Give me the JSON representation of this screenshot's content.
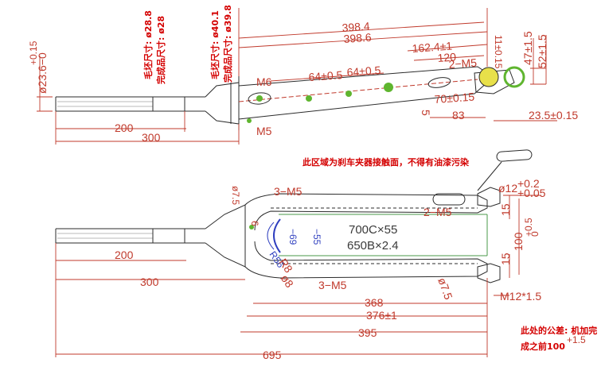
{
  "colors": {
    "outline": "#2b2b2b",
    "dimension": "#c0392b",
    "note": "#d40000",
    "hole_green": "#5fb52f",
    "arc_blue": "#2f3fbf",
    "hatch": "#555555"
  },
  "icons": [
    "green-hole-marker-icon",
    "blue-arc-icon"
  ],
  "texts": [
    {
      "id": "dim-steerer-dia-top",
      "text": "ø23.6−0",
      "cls": "dim",
      "rot": -90
    },
    {
      "id": "dim-steerer-tol",
      "text": "+0.15",
      "cls": "dim-sm",
      "rot": -90
    },
    {
      "id": "note-blank-size",
      "text": "毛坯尺寸: ø28.8",
      "cls": "note",
      "rot": -90
    },
    {
      "id": "note-finish-size",
      "text": "完成品尺寸: ø28",
      "cls": "note",
      "rot": -90
    },
    {
      "id": "note-blank-size-2",
      "text": "毛坯尺寸: ø40.1",
      "cls": "note",
      "rot": -90
    },
    {
      "id": "note-finish-size-2",
      "text": "完成品尺寸: ø39.8",
      "cls": "note",
      "rot": -90
    },
    {
      "id": "dim-398-4",
      "text": "398.4",
      "cls": "dim",
      "rot": -4
    },
    {
      "id": "dim-398-6",
      "text": "398.6",
      "cls": "dim",
      "rot": -4
    },
    {
      "id": "dim-162-4",
      "text": "162.4±1",
      "cls": "dim",
      "rot": -4
    },
    {
      "id": "dim-120",
      "text": "120",
      "cls": "dim",
      "rot": -4
    },
    {
      "id": "dim-2m5-top",
      "text": "2−M5",
      "cls": "dim",
      "rot": -4
    },
    {
      "id": "dim-64-a",
      "text": "64±0.5",
      "cls": "dim",
      "rot": -4
    },
    {
      "id": "dim-64-b",
      "text": "64±0.5",
      "cls": "dim",
      "rot": -4
    },
    {
      "id": "dim-m6",
      "text": "M6",
      "cls": "dim",
      "rot": 0
    },
    {
      "id": "dim-m5-top",
      "text": "M5",
      "cls": "dim",
      "rot": 0
    },
    {
      "id": "dim-70",
      "text": "70±0.15",
      "cls": "dim",
      "rot": -4
    },
    {
      "id": "dim-83",
      "text": "83",
      "cls": "dim",
      "rot": 0
    },
    {
      "id": "dim-5",
      "text": "5",
      "cls": "dim",
      "rot": 90
    },
    {
      "id": "dim-11",
      "text": "11±0.15",
      "cls": "dim-sm",
      "rot": 90
    },
    {
      "id": "dim-47",
      "text": "47±1.5",
      "cls": "dim",
      "rot": -90
    },
    {
      "id": "dim-52",
      "text": "52±1.5",
      "cls": "dim",
      "rot": -90
    },
    {
      "id": "dim-23-5",
      "text": "23.5±0.15",
      "cls": "dim",
      "rot": 0
    },
    {
      "id": "dim-200-top",
      "text": "200",
      "cls": "dim",
      "rot": 0
    },
    {
      "id": "dim-300-top",
      "text": "300",
      "cls": "dim",
      "rot": 0
    },
    {
      "id": "note-brake-area",
      "text": "此区域为刹车夹器接触面，不得有油漆污染",
      "cls": "note",
      "rot": 0
    },
    {
      "id": "dim-dia-7-5-a",
      "text": "ø7.5",
      "cls": "dim-sm",
      "rot": 90
    },
    {
      "id": "dim-3m5-a",
      "text": "3−M5",
      "cls": "dim",
      "rot": 0
    },
    {
      "id": "dim-2m5-b",
      "text": "2−M5",
      "cls": "dim",
      "rot": 0
    },
    {
      "id": "dim-dia-12",
      "text": "ø12",
      "cls": "dim",
      "rot": 0
    },
    {
      "id": "dim-dia-12-tol-a",
      "text": "+0.2",
      "cls": "dim",
      "rot": 0
    },
    {
      "id": "dim-dia-12-tol-b",
      "text": "+0.05",
      "cls": "dim",
      "rot": 0
    },
    {
      "id": "dim-15-a",
      "text": "15",
      "cls": "dim",
      "rot": -90
    },
    {
      "id": "dim-15-b",
      "text": "15",
      "cls": "dim",
      "rot": -90
    },
    {
      "id": "dim-100",
      "text": "100",
      "cls": "dim",
      "rot": -90
    },
    {
      "id": "dim-100-tol",
      "text": "+0.5",
      "cls": "dim-sm",
      "rot": -90
    },
    {
      "id": "dim-100-tol-b",
      "text": "0",
      "cls": "dim-sm",
      "rot": -90
    },
    {
      "id": "wheel-700",
      "text": "700C×55",
      "cls": "wheel",
      "rot": 0
    },
    {
      "id": "wheel-650",
      "text": "650B×2.4",
      "cls": "wheel",
      "rot": 0
    },
    {
      "id": "blue-69",
      "text": "−69",
      "cls": "blue",
      "rot": 90
    },
    {
      "id": "blue-55",
      "text": "−55",
      "cls": "blue",
      "rot": 90
    },
    {
      "id": "dim-6-label",
      "text": "6",
      "cls": "dim-sm",
      "rot": 90
    },
    {
      "id": "dim-r56",
      "text": "R56",
      "cls": "blue",
      "rot": 55
    },
    {
      "id": "dim-r8",
      "text": "R8",
      "cls": "dim",
      "rot": 55
    },
    {
      "id": "dim-dia-8",
      "text": "ø8",
      "cls": "dim",
      "rot": 55
    },
    {
      "id": "dim-3m5-b",
      "text": "3−M5",
      "cls": "dim",
      "rot": 0
    },
    {
      "id": "dim-dia-7-5-b",
      "text": "ø7.5",
      "cls": "dim",
      "rot": 70
    },
    {
      "id": "dim-m12",
      "text": "M12*1.5",
      "cls": "dim",
      "rot": 0
    },
    {
      "id": "dim-200-bot",
      "text": "200",
      "cls": "dim",
      "rot": 0
    },
    {
      "id": "dim-300-bot",
      "text": "300",
      "cls": "dim",
      "rot": 0
    },
    {
      "id": "dim-368",
      "text": "368",
      "cls": "dim",
      "rot": 0
    },
    {
      "id": "dim-376",
      "text": "376±1",
      "cls": "dim",
      "rot": 0
    },
    {
      "id": "dim-395",
      "text": "395",
      "cls": "dim",
      "rot": 0
    },
    {
      "id": "dim-695",
      "text": "695",
      "cls": "dim",
      "rot": 0
    },
    {
      "id": "note-tol-a",
      "text": "此处的公差: 机加完",
      "cls": "note",
      "rot": 0
    },
    {
      "id": "note-tol-b",
      "text": "成之前100",
      "cls": "note",
      "rot": 0
    },
    {
      "id": "note-tol-c",
      "text": "+1.5",
      "cls": "dim-sm",
      "rot": 0
    }
  ]
}
